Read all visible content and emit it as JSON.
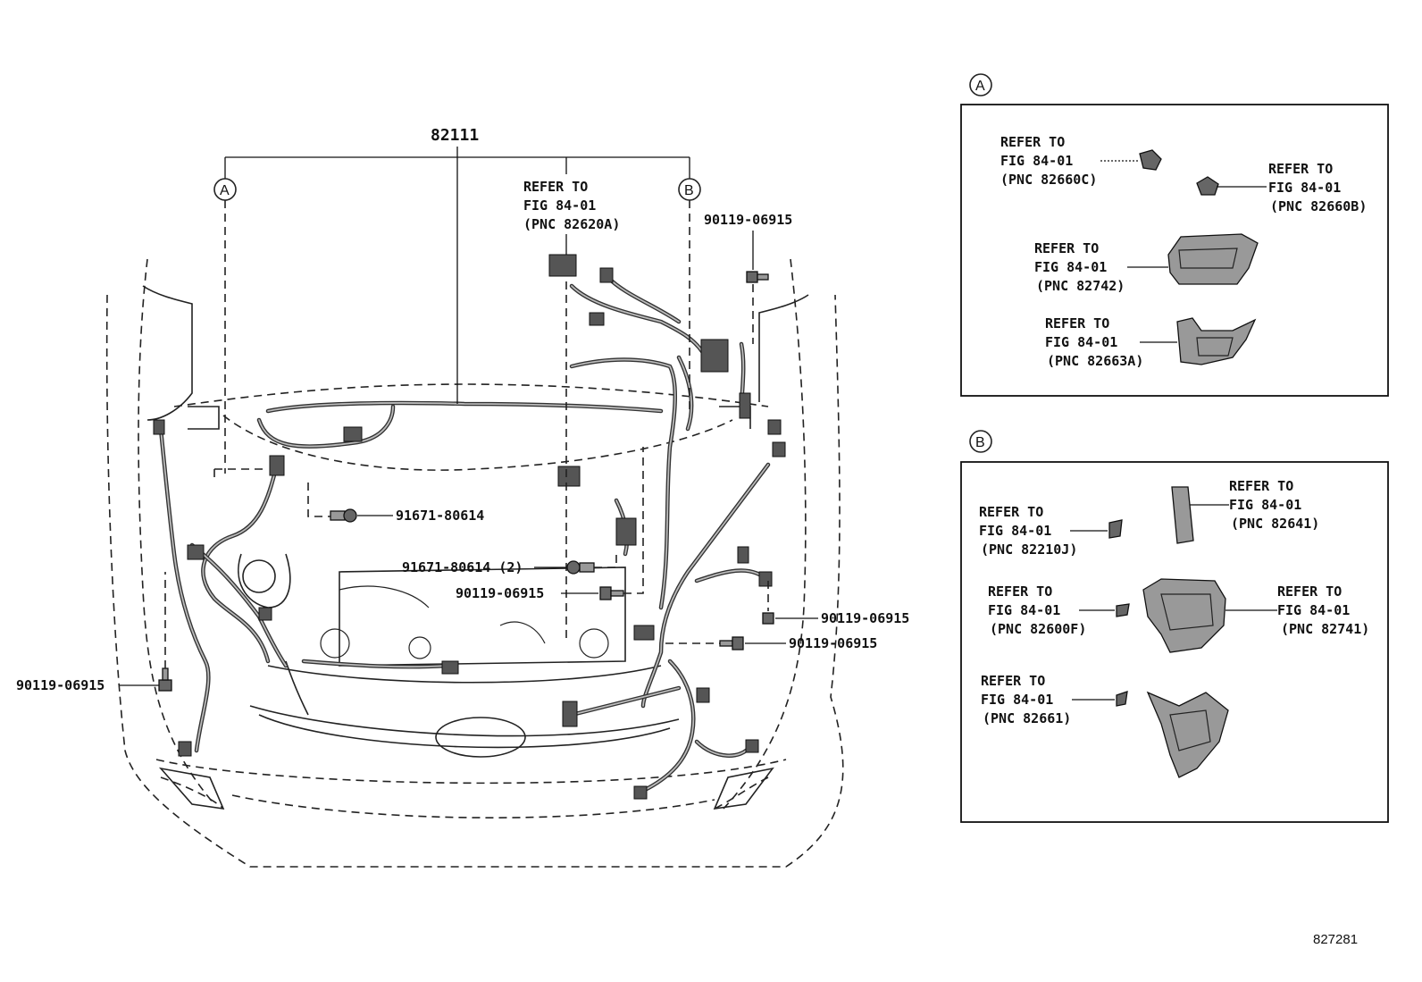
{
  "main_diagram": {
    "assembly_part": "82111",
    "callout_a": "A",
    "callout_b": "B",
    "refer_connector": {
      "line1": "REFER TO",
      "line2": "FIG 84-01",
      "line3": "(PNC 82620A)"
    },
    "fasteners": [
      {
        "id": "bolt-top-right",
        "text": "90119-06915"
      },
      {
        "id": "clip-left-1",
        "text": "91671-80614"
      },
      {
        "id": "clip-center-2",
        "text": "91671-80614 (2)"
      },
      {
        "id": "bolt-center",
        "text": "90119-06915"
      },
      {
        "id": "bolt-right-1",
        "text": "90119-06915"
      },
      {
        "id": "bolt-right-2",
        "text": "90119-06915"
      },
      {
        "id": "bolt-left",
        "text": "90119-06915"
      }
    ]
  },
  "detail_a": {
    "callout": "A",
    "refs": [
      {
        "line1": "REFER TO",
        "line2": "FIG 84-01",
        "line3": "(PNC 82660C)"
      },
      {
        "line1": "REFER TO",
        "line2": "FIG 84-01",
        "line3": "(PNC 82660B)"
      },
      {
        "line1": "REFER TO",
        "line2": "FIG 84-01",
        "line3": "(PNC 82742)"
      },
      {
        "line1": "REFER TO",
        "line2": "FIG 84-01",
        "line3": "(PNC 82663A)"
      }
    ]
  },
  "detail_b": {
    "callout": "B",
    "refs": [
      {
        "line1": "REFER TO",
        "line2": "FIG 84-01",
        "line3": "(PNC 82641)"
      },
      {
        "line1": "REFER TO",
        "line2": "FIG 84-01",
        "line3": "(PNC 82210J)"
      },
      {
        "line1": "REFER TO",
        "line2": "FIG 84-01",
        "line3": "(PNC 82600F)"
      },
      {
        "line1": "REFER TO",
        "line2": "FIG 84-01",
        "line3": "(PNC 82741)"
      },
      {
        "line1": "REFER TO",
        "line2": "FIG 84-01",
        "line3": "(PNC 82661)"
      }
    ]
  },
  "illustration_id": "827281"
}
